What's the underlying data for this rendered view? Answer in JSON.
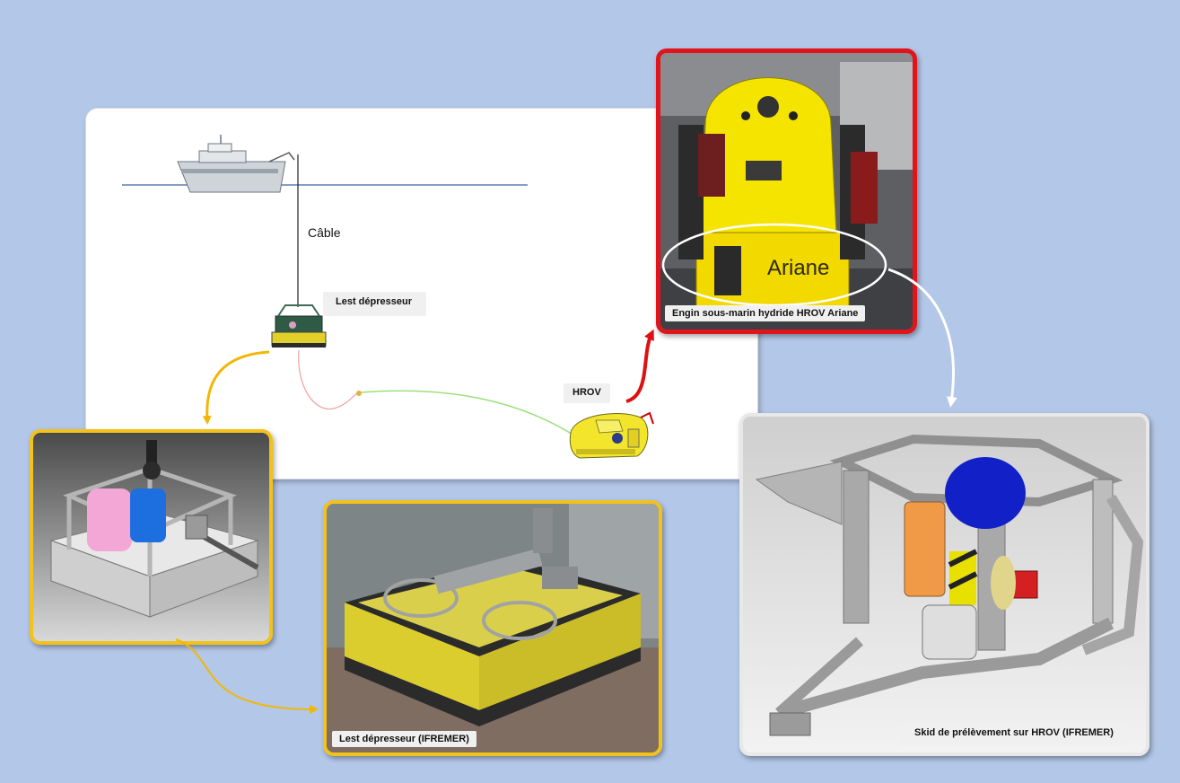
{
  "labels": {
    "cable": "Câble",
    "lest": "Lest dépresseur",
    "hrov": "HROV"
  },
  "captions": {
    "ariane_photo": "Engin sous-marin hydride HROV  Ariane",
    "lest_cad": "",
    "lest_photo": "Lest dépresseur (IFREMER)",
    "skid": "Skid de prélèvement sur HROV (IFREMER)"
  },
  "ariane_sign": "Ariane",
  "colors": {
    "background": "#b3c7e8",
    "frame_red": "#e0141a",
    "frame_yellow": "#f2c21b",
    "frame_white": "#e8e8e8",
    "arrow_yellow": "#f2b705",
    "arrow_red": "#dd1111",
    "arrow_white": "#ffffff",
    "sea_line": "#5b7fb0",
    "tether_green": "#9be07a",
    "tether_pink": "#f0a0a0",
    "hrov_yellow": "#f3e52b"
  }
}
